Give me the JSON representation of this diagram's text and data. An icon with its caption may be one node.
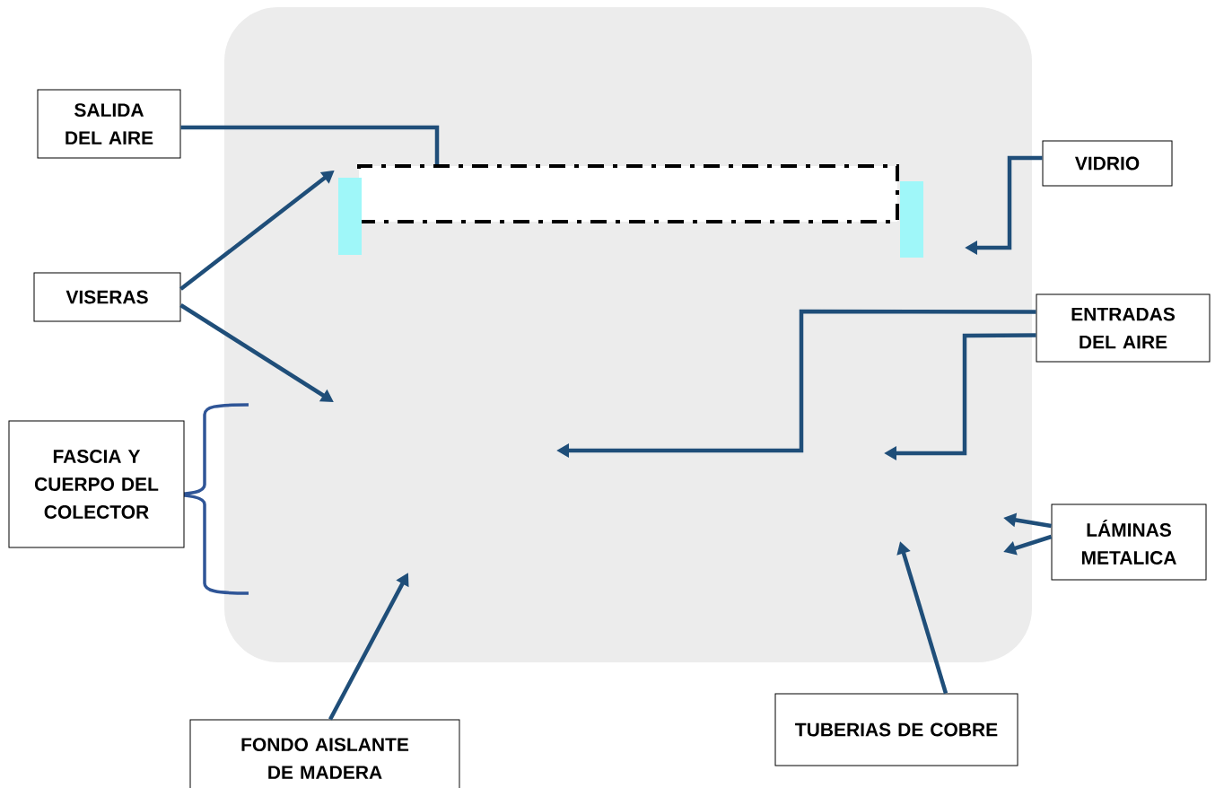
{
  "diagram": {
    "nodes": [
      {
        "text": [
          "SALIDA DEL AIRE"
        ]
      },
      {
        "text": [
          "VISERAS"
        ]
      },
      {
        "text": [
          "VIDRIO"
        ]
      },
      {
        "text": [
          "ENTRADAS DEL AIRE"
        ]
      },
      {
        "text": [
          "FASCIA Y CUERPO DEL COLECTOR"
        ]
      },
      {
        "text": [
          "LÁMINAS METALICA"
        ]
      },
      {
        "text": [
          "FONDO AISLANTE DE MADERA"
        ]
      },
      {
        "text": [
          "TUBERIAS DE COBRE"
        ]
      },
      {
        "text": [],
        "shape": "box"
      },
      {
        "text": [],
        "shape": "bar"
      },
      {
        "text": [],
        "shape": "bar"
      }
    ],
    "edges": [
      {
        "from": 0,
        "to": 8,
        "arrow": "none"
      },
      {
        "from": 1,
        "to": 9,
        "arrow": "to"
      },
      {
        "from": 1,
        "to": null,
        "arrow": "to"
      },
      {
        "from": 2,
        "to": null,
        "arrow": "to"
      },
      {
        "from": 3,
        "to": null,
        "arrow": "to"
      },
      {
        "from": 3,
        "to": null,
        "arrow": "to"
      },
      {
        "from": 5,
        "to": null,
        "arrow": "to"
      },
      {
        "from": 5,
        "to": null,
        "arrow": "to"
      },
      {
        "from": 6,
        "to": null,
        "arrow": "to"
      },
      {
        "from": 7,
        "to": null,
        "arrow": "to"
      }
    ]
  }
}
